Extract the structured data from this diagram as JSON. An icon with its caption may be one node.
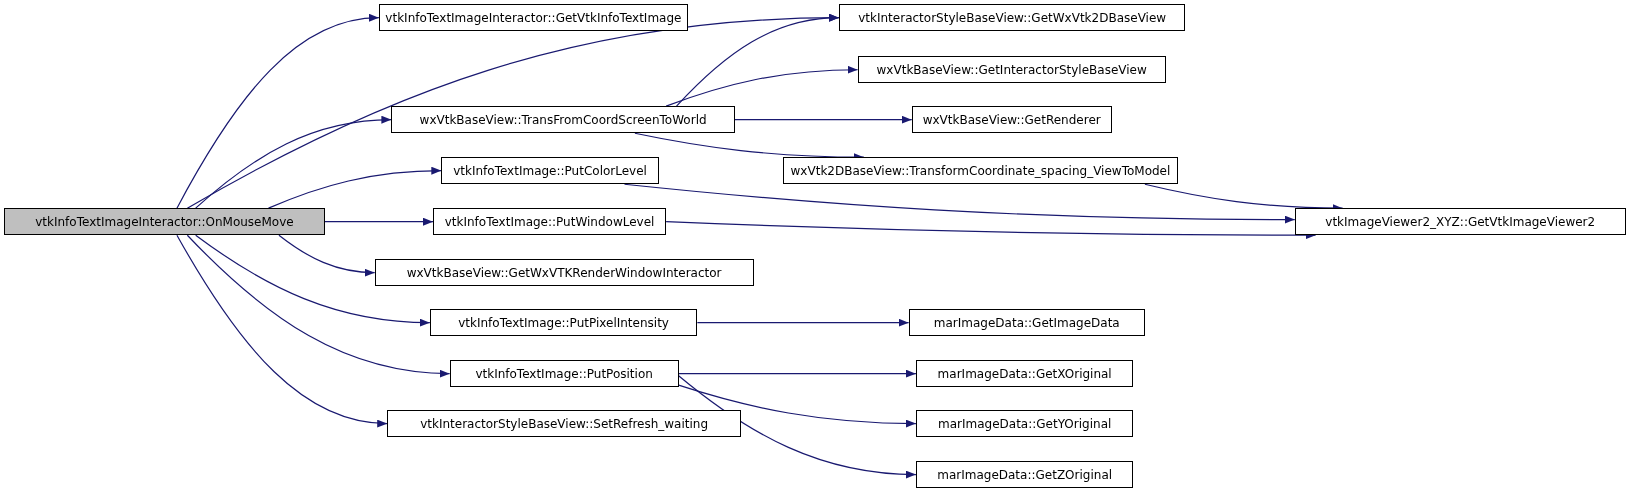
{
  "diagram": {
    "nodes": [
      {
        "text": [
          "vtkInfoTextImageInteractor::OnMouseMove"
        ]
      },
      {
        "text": [
          "vtkInfoTextImageInteractor::GetVtkInfoTextImage"
        ]
      },
      {
        "text": [
          "vtkInteractorStyleBaseView::GetWxVtk2DBaseView"
        ]
      },
      {
        "text": [
          "wxVtkBaseView::TransFromCoordScreenToWorld"
        ]
      },
      {
        "text": [
          "wxVtkBaseView::GetInteractorStyleBaseView"
        ]
      },
      {
        "text": [
          "wxVtkBaseView::GetRenderer"
        ]
      },
      {
        "text": [
          "wxVtk2DBaseView::TransformCoordinate_spacing_ViewToModel"
        ]
      },
      {
        "text": [
          "vtkInfoTextImage::PutColorLevel"
        ]
      },
      {
        "text": [
          "vtkInfoTextImage::PutWindowLevel"
        ]
      },
      {
        "text": [
          "vtkImageViewer2_XYZ::GetVtkImageViewer2"
        ]
      },
      {
        "text": [
          "wxVtkBaseView::GetWxVTKRenderWindowInteractor"
        ]
      },
      {
        "text": [
          "vtkInfoTextImage::PutPixelIntensity"
        ]
      },
      {
        "text": [
          "marImageData::GetImageData"
        ]
      },
      {
        "text": [
          "vtkInfoTextImage::PutPosition"
        ]
      },
      {
        "text": [
          "marImageData::GetXOriginal"
        ]
      },
      {
        "text": [
          "marImageData::GetYOriginal"
        ]
      },
      {
        "text": [
          "marImageData::GetZOriginal"
        ]
      },
      {
        "text": [
          "vtkInteractorStyleBaseView::SetRefresh_waiting"
        ]
      }
    ],
    "edges": [
      {
        "from": 0,
        "to": 1,
        "arrow": "to"
      },
      {
        "from": 0,
        "to": 2,
        "arrow": "to"
      },
      {
        "from": 0,
        "to": 3,
        "arrow": "to"
      },
      {
        "from": 0,
        "to": 7,
        "arrow": "to"
      },
      {
        "from": 0,
        "to": 8,
        "arrow": "to"
      },
      {
        "from": 0,
        "to": 10,
        "arrow": "to"
      },
      {
        "from": 0,
        "to": 11,
        "arrow": "to"
      },
      {
        "from": 0,
        "to": 13,
        "arrow": "to"
      },
      {
        "from": 0,
        "to": 17,
        "arrow": "to"
      },
      {
        "from": 3,
        "to": 2,
        "arrow": "to"
      },
      {
        "from": 3,
        "to": 4,
        "arrow": "to"
      },
      {
        "from": 3,
        "to": 5,
        "arrow": "to"
      },
      {
        "from": 3,
        "to": 6,
        "arrow": "to"
      },
      {
        "from": 7,
        "to": 9,
        "arrow": "to"
      },
      {
        "from": 8,
        "to": 9,
        "arrow": "to"
      },
      {
        "from": 6,
        "to": 9,
        "arrow": "to"
      },
      {
        "from": 11,
        "to": 12,
        "arrow": "to"
      },
      {
        "from": 13,
        "to": 14,
        "arrow": "to"
      },
      {
        "from": 13,
        "to": 15,
        "arrow": "to"
      },
      {
        "from": 13,
        "to": 16,
        "arrow": "to"
      }
    ]
  }
}
